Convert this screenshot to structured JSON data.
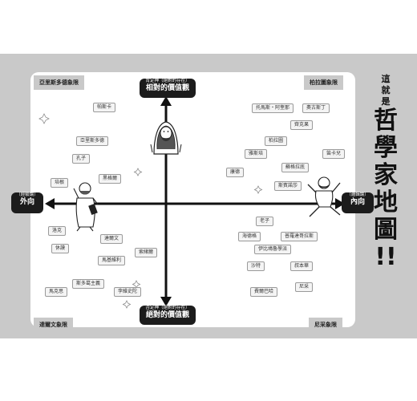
{
  "corners": {
    "top_left": "亞里斯多德象限",
    "top_right": "柏拉圖象限",
    "bottom_left": "達爾文象限",
    "bottom_right": "尼采象限"
  },
  "axes": {
    "top": {
      "sub": "肯定神（絕對的存在）",
      "main": "相對的價值觀"
    },
    "bottom": {
      "sub": "否定神（絕對的存在）",
      "main": "絕對的價值觀"
    },
    "left": {
      "sub": "（經驗論）",
      "main": "外向"
    },
    "right": {
      "sub": "（邏輯論）",
      "main": "內向"
    }
  },
  "title": {
    "small_lines": [
      "這",
      "就",
      "是"
    ],
    "big_lines": [
      "哲",
      "學",
      "家",
      "地",
      "圖",
      "!!"
    ]
  },
  "philosophers": [
    "帕斯卡",
    "亞里斯多德",
    "孔子",
    "黑格爾",
    "培根",
    "托馬斯・阿奎那",
    "奧古斯丁",
    "齊克果",
    "柏拉圖",
    "笛卡兒",
    "雅斯培",
    "蘇格拉底",
    "康德",
    "斯賓諾莎",
    "洛克",
    "達爾文",
    "休謨",
    "馬基維利",
    "索緒爾",
    "斯多葛主義",
    "馬克思",
    "李維史陀",
    "老子",
    "海德格",
    "普羅達哥拉斯",
    "伊比鳩魯學派",
    "沙特",
    "叔本華",
    "費爾巴哈",
    "尼采"
  ],
  "colors": {
    "frame": "#c9c9c9",
    "pill": "#1c1c1c",
    "axis": "#111111"
  }
}
